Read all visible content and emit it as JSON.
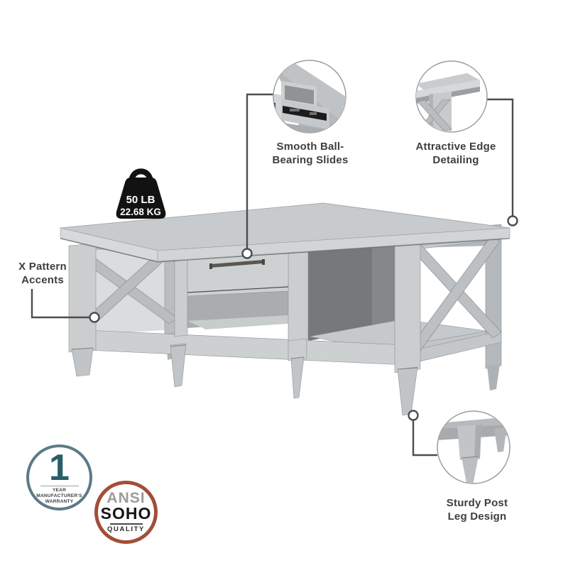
{
  "weight_badge": {
    "pounds": "50 LB",
    "kilograms": "22.68 KG"
  },
  "callouts": {
    "slides": {
      "line1": "Smooth Ball-",
      "line2": "Bearing Slides"
    },
    "edge": {
      "line1": "Attractive Edge",
      "line2": "Detailing"
    },
    "x_pattern": {
      "line1": "X Pattern",
      "line2": "Accents"
    },
    "leg": {
      "line1": "Sturdy Post",
      "line2": "Leg Design"
    }
  },
  "badges": {
    "warranty": {
      "number": "1",
      "label_line1": "YEAR MANUFACTURER'S",
      "label_line2": "WARRANTY"
    },
    "quality": {
      "line1": "ANSI",
      "line2": "SOHO",
      "line3": "QUALITY"
    }
  },
  "colors": {
    "connector": "#4d4d4d",
    "table_gray": "#c6c9cb",
    "warranty_ring": "#5d7a88",
    "warranty_number": "#2a5f68",
    "quality_ring": "#a24e38",
    "weight_icon": "#121212"
  }
}
